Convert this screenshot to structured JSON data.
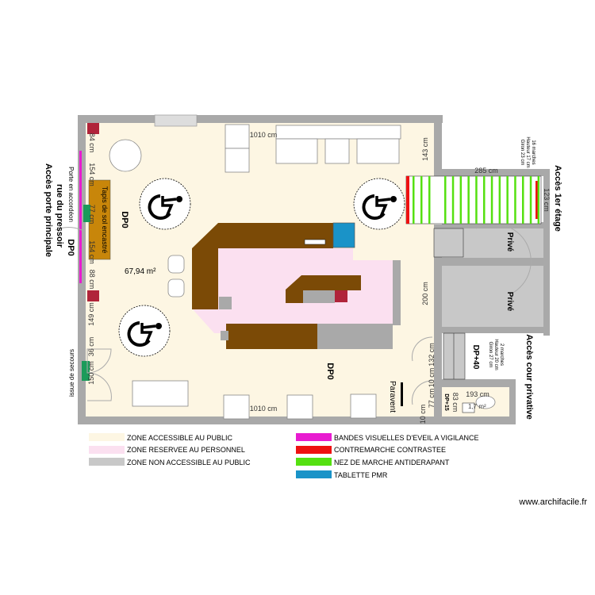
{
  "plan": {
    "area_main": "67,94 m²",
    "area_wc": "1,7 m²",
    "labels": {
      "entrance": "Accès porte principale",
      "entrance_street": "rue du pressoir",
      "dp0_left": "DP0",
      "dp0_center": "DP0",
      "dp0_bottom": "DP0",
      "door_accordion": "Porte en accordéon",
      "mat": "Tapis de sol encastré",
      "emergency_exit": "issue de secours",
      "stairs_access": "Accès 1er étage",
      "stairs_info": [
        "16 marches",
        "Hauteur 17 cm",
        "Giron 23 cm"
      ],
      "private_1": "Privé",
      "private_2": "Privé",
      "courtyard": "Accès cour privative",
      "dp40": "DP+40",
      "dp15": "DP+15",
      "steps_info": [
        "2 marches",
        "Hauteur 20 cm",
        "Giron 27 cm"
      ],
      "screen": "Paravent"
    },
    "dimensions": {
      "d84": "84 cm",
      "d154a": "154 cm",
      "d77": "77 cm",
      "d154b": "154 cm",
      "d88": "88 cm",
      "d149": "149 cm",
      "d36": "36 cm",
      "d150": "150 cm",
      "d1010_top": "1010 cm",
      "d1010_bottom": "1010 cm",
      "d143": "143 cm",
      "d285": "285 cm",
      "d123": "123 cm",
      "d200": "200 cm",
      "d132": "132 cm",
      "d10a": "10 cm",
      "d77b": "77 cm",
      "d10b": "10 cm",
      "d193": "193 cm",
      "d83": "83 cm"
    }
  },
  "legend": {
    "left": [
      {
        "label": "ZONE ACCESSIBLE AU PUBLIC",
        "color": "#FDF6E3"
      },
      {
        "label": "ZONE RESERVEE AU PERSONNEL",
        "color": "#FBE0F0"
      },
      {
        "label": "ZONE NON ACCESSIBLE AU PUBLIC",
        "color": "#C8C8C8"
      }
    ],
    "right": [
      {
        "label": "BANDES VISUELLES D'EVEIL A VIGILANCE",
        "color": "#E81BD0"
      },
      {
        "label": "CONTREMARCHE CONTRASTEE",
        "color": "#EE1111"
      },
      {
        "label": "NEZ DE MARCHE ANTIDERAPANT",
        "color": "#55E011"
      },
      {
        "label": "TABLETTE PMR",
        "color": "#1A93C8"
      }
    ]
  },
  "watermark": "www.archifacile.fr",
  "colors": {
    "wall": "#A9A9A9",
    "counter": "#7B4A06",
    "public": "#FDF6E3",
    "staff": "#FBE0F0",
    "private": "#C8C8C8",
    "mat": "#C8860A",
    "exit_sign": "#1B9B5A",
    "fire_sign": "#B0243A"
  },
  "icons": [
    "wheelchair-accessibility-icon",
    "emergency-exit-icon",
    "fire-extinguisher-icon",
    "toilet-icon"
  ]
}
